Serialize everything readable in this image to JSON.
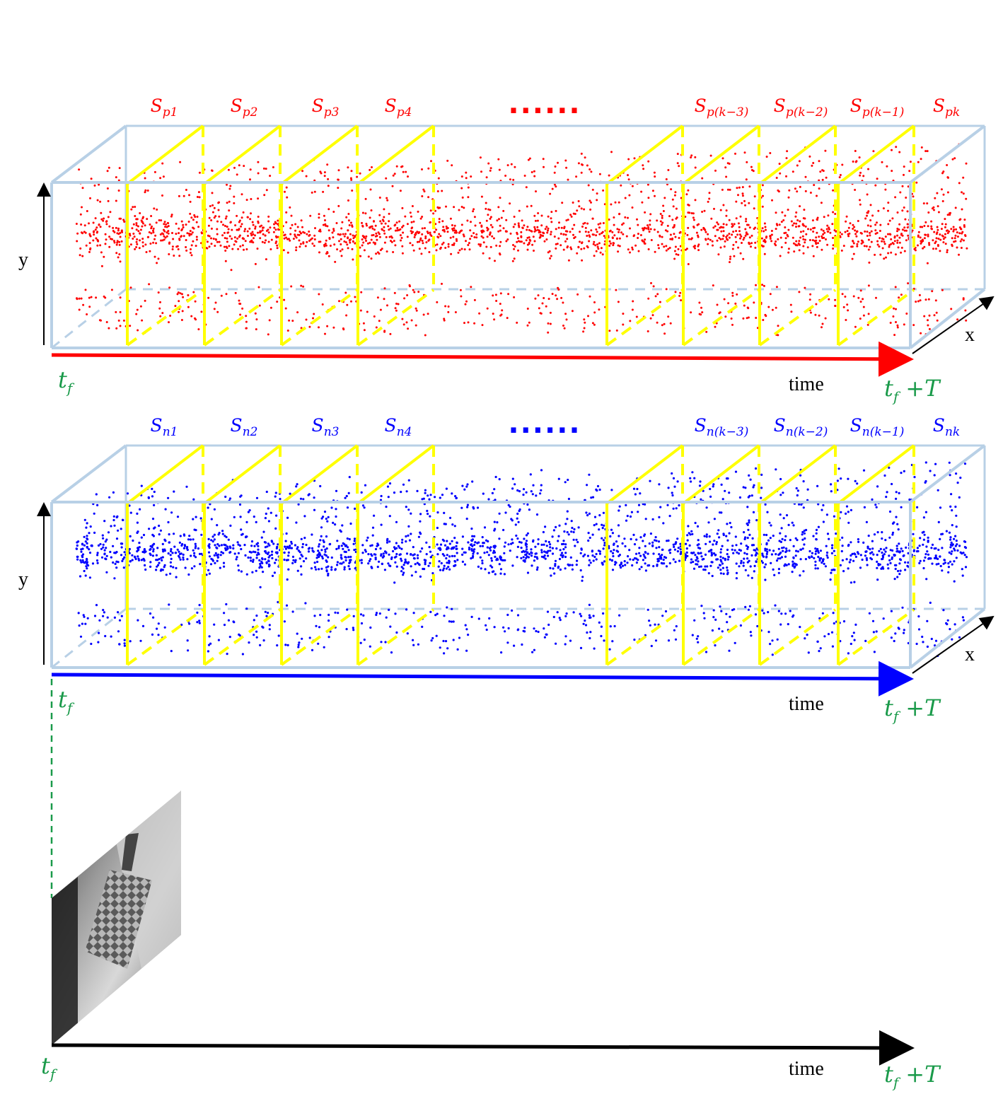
{
  "colors": {
    "positive": "#ff0000",
    "negative": "#0000ff",
    "frame": "#b8d0e6",
    "slice": "#ffff00",
    "time_marker": "#1a9a4a",
    "axis": "#000000"
  },
  "panels": [
    {
      "id": "positive",
      "segments": [
        {
          "base": "S",
          "sub": "p1"
        },
        {
          "base": "S",
          "sub": "p2"
        },
        {
          "base": "S",
          "sub": "p3"
        },
        {
          "base": "S",
          "sub": "p4"
        },
        {
          "base": "S",
          "sub": "p(k−3)"
        },
        {
          "base": "S",
          "sub": "p(k−2)"
        },
        {
          "base": "S",
          "sub": "p(k−1)"
        },
        {
          "base": "S",
          "sub": "pk"
        }
      ],
      "ellipsis": "......",
      "y_label": "y",
      "x_label": "x",
      "time_label": "time",
      "t_start": {
        "base": "t",
        "sub": "f"
      },
      "t_end": {
        "base": "t",
        "sub": "f",
        "suffix": "+T"
      }
    },
    {
      "id": "negative",
      "segments": [
        {
          "base": "S",
          "sub": "n1"
        },
        {
          "base": "S",
          "sub": "n2"
        },
        {
          "base": "S",
          "sub": "n3"
        },
        {
          "base": "S",
          "sub": "n4"
        },
        {
          "base": "S",
          "sub": "n(k−3)"
        },
        {
          "base": "S",
          "sub": "n(k−2)"
        },
        {
          "base": "S",
          "sub": "n(k−1)"
        },
        {
          "base": "S",
          "sub": "nk"
        }
      ],
      "ellipsis": "......",
      "y_label": "y",
      "x_label": "x",
      "time_label": "time",
      "t_start": {
        "base": "t",
        "sub": "f"
      },
      "t_end": {
        "base": "t",
        "sub": "f",
        "suffix": "+T"
      }
    }
  ],
  "frame_panel": {
    "time_label": "time",
    "t_start": {
      "base": "t",
      "sub": "f"
    },
    "t_end": {
      "base": "t",
      "sub": "f",
      "suffix": "+T"
    }
  }
}
